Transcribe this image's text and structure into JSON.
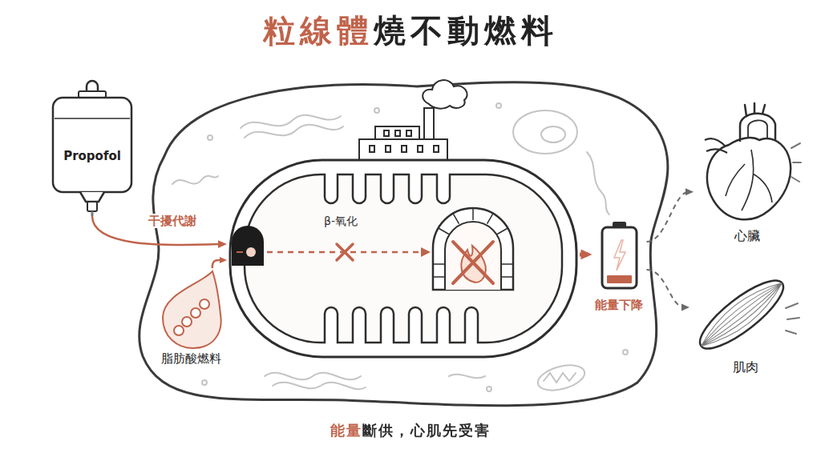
{
  "diagram": {
    "title": "粒線體燒不動燃料",
    "caption": "能量斷供，心肌先受害",
    "nodes": [
      {
        "text": [
          "Propofol"
        ]
      },
      {
        "text": [
          "脂肪酸燃料"
        ]
      },
      {
        "text": [
          "β-氧化"
        ]
      },
      {
        "text": [
          "能量下降"
        ]
      },
      {
        "text": [
          "心臟"
        ]
      },
      {
        "text": [
          "肌肉"
        ]
      }
    ],
    "edges": [
      {
        "from": 0,
        "to": 2,
        "label": "干擾代謝",
        "arrow": "to"
      },
      {
        "from": 1,
        "to": 2,
        "arrow": "to"
      },
      {
        "from": 2,
        "to": 3,
        "arrow": "to"
      },
      {
        "from": 3,
        "to": 4,
        "arrow": "to"
      },
      {
        "from": 3,
        "to": 5,
        "arrow": "to"
      }
    ]
  }
}
